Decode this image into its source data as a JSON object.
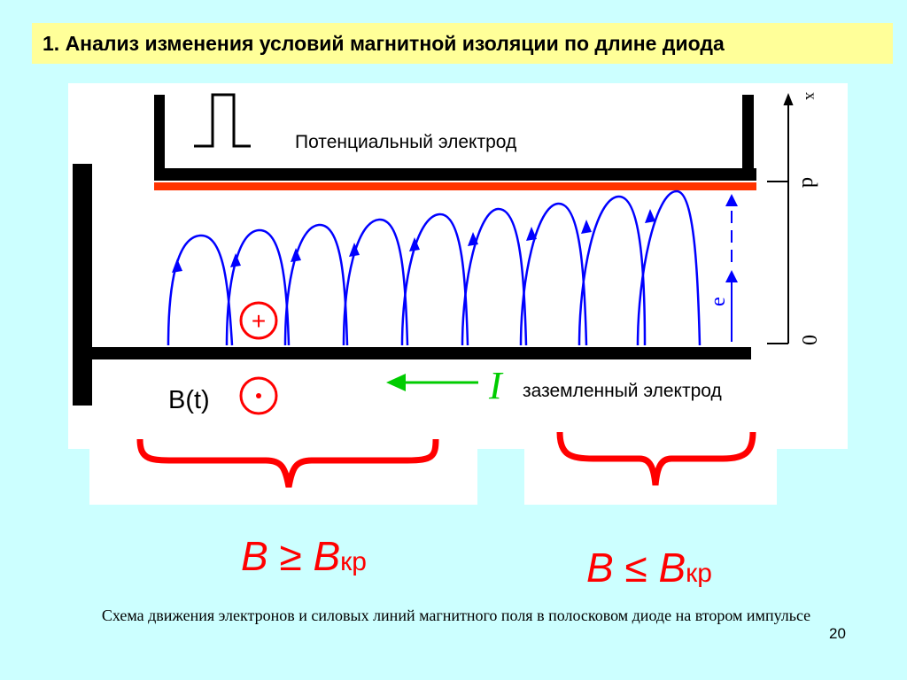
{
  "slide": {
    "title": "1. Анализ изменения условий магнитной изоляции по длине диода",
    "caption": "Схема движения электронов и силовых линий магнитного поля в полосковом диоде на втором импульсе",
    "page_number": "20"
  },
  "diagram": {
    "potential_electrode_label": "Потенциальный электрод",
    "grounded_electrode_label": "заземленный электрод",
    "field_label": "B(t)",
    "current_symbol": "I",
    "electron_symbol": "e",
    "axis_label": "x",
    "gap_label": "d",
    "origin_label": "0",
    "plus_symbol": "+",
    "formula_left": {
      "main": "B ≥ B",
      "sub": "кр"
    },
    "formula_right": {
      "main": "B ≤ B",
      "sub": "кр"
    },
    "colors": {
      "electron_path": "#0000ff",
      "current_arrow": "#00cc00",
      "emission_edge": "#ff3300",
      "brace": "#ff0000",
      "marker": "#ff0000",
      "electrode": "#000000"
    }
  }
}
